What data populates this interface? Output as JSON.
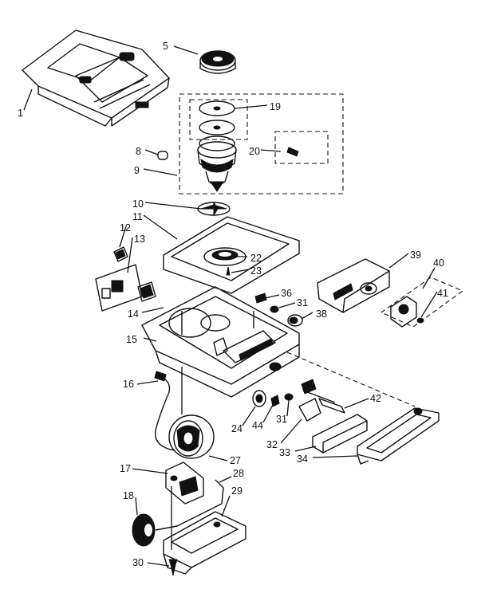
{
  "callouts": [
    "1",
    "5",
    "19",
    "8",
    "20",
    "9",
    "10",
    "11",
    "12",
    "13",
    "22",
    "23",
    "39",
    "40",
    "41",
    "36",
    "31",
    "38",
    "14",
    "15",
    "16",
    "42",
    "24",
    "44",
    "31",
    "32",
    "33",
    "34",
    "17",
    "27",
    "28",
    "18",
    "29",
    "30"
  ],
  "colors": {
    "ink": "#111111",
    "paper": "#ffffff"
  }
}
